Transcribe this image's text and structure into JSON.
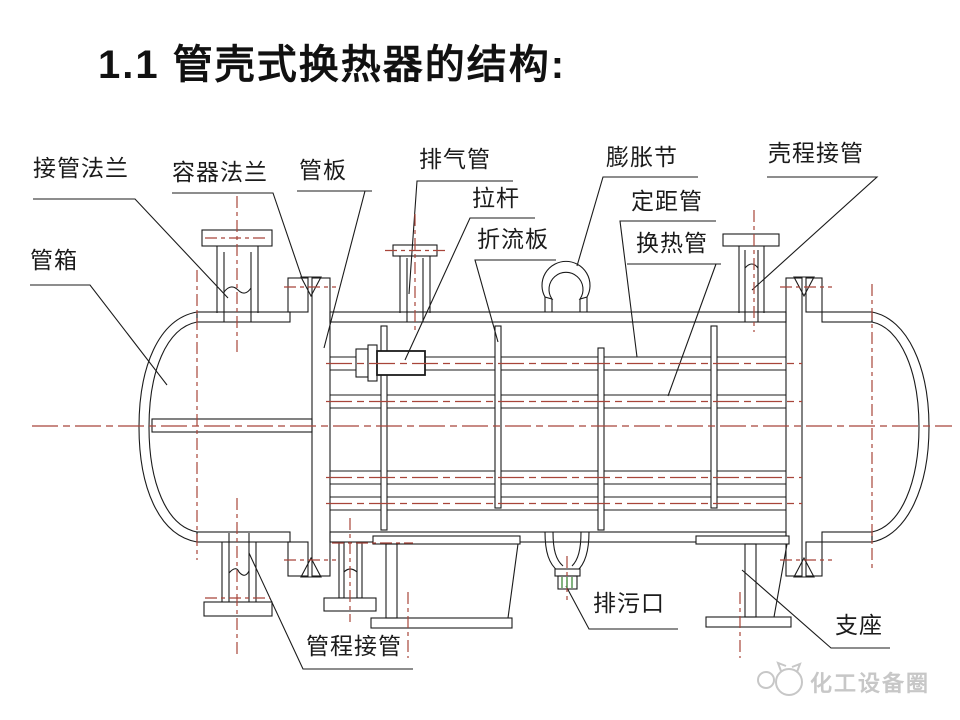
{
  "title": "1.1 管壳式换热器的结构:",
  "labels": {
    "jie_guan_fa_lan": "接管法兰",
    "rong_qi_fa_lan": "容器法兰",
    "guan_ban": "管板",
    "pai_qi_guan": "排气管",
    "la_gan": "拉杆",
    "zhe_liu_ban": "折流板",
    "peng_zhang_jie": "膨胀节",
    "ding_ju_guan": "定距管",
    "huan_re_guan": "换热管",
    "ke_cheng_jie_guan": "壳程接管",
    "guan_xiang": "管箱",
    "guan_cheng_jie_guan": "管程接管",
    "pai_wu_kou": "排污口",
    "zhi_zuo": "支座"
  },
  "watermark": {
    "brand": "化工设备圈",
    "icon": "cat-logo-icon"
  },
  "colors": {
    "ink": "#1b1b1b",
    "centerline": "#A8453A",
    "drain-green": "#63A05F",
    "watermark-gray": "#C7C7C7",
    "paper": "#FFFFFF"
  }
}
